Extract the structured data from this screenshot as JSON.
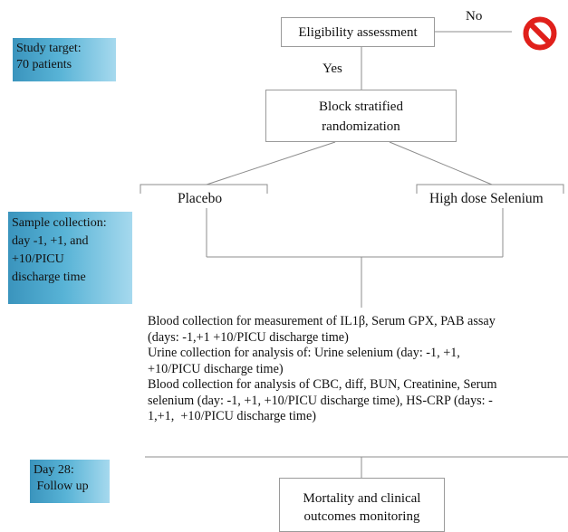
{
  "sidebar": {
    "study_target": [
      "Study target:",
      "70 patients"
    ],
    "sample_collection": [
      "Sample collection:",
      "day -1, +1, and",
      "+10/PICU",
      "discharge time"
    ],
    "day28": [
      "Day 28:",
      " Follow up"
    ]
  },
  "flow": {
    "eligibility": "Eligibility assessment",
    "no_label": "No",
    "yes_label": "Yes",
    "randomization": [
      "Block stratified",
      "randomization"
    ],
    "placebo": "Placebo",
    "selenium": "High dose Selenium",
    "collection_lines": [
      "Blood collection for measurement of IL1β, Serum GPX, PAB assay",
      "(days: -1,+1 +10/PICU discharge time)",
      "Urine collection for analysis of: Urine selenium (day: -1, +1,",
      "+10/PICU discharge time)",
      "Blood collection for analysis of CBC, diff, BUN, Creatinine, Serum",
      "selenium (day: -1, +1, +10/PICU discharge time), HS-CRP (days: -",
      "1,+1,  +10/PICU discharge time)"
    ],
    "outcome": [
      "Mortality and clinical",
      "outcomes monitoring"
    ]
  },
  "colors": {
    "sidebar_gradient_start": "#3a94bd",
    "sidebar_gradient_end": "#a6d9ee",
    "stop_icon": "#e0201b",
    "line": "#8c8c8c"
  },
  "icons": {
    "excluded": "prohibited-icon"
  }
}
